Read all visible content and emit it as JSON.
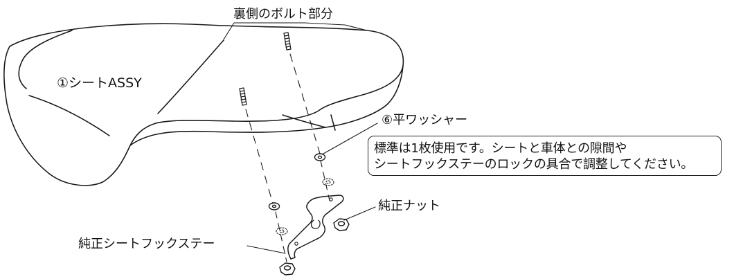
{
  "labels": {
    "bolt_part": "裏側のボルト部分",
    "seat_assy": "①シートASSY",
    "flat_washer": "⑥平ワッシャー",
    "genuine_nut": "純正ナット",
    "genuine_hook_stay": "純正シートフックステー"
  },
  "note": {
    "line1": "標準は1枚使用です。シートと車体との隙間や",
    "line2": "シートフックステーのロックの具合で調整してください。"
  },
  "colors": {
    "line": "#1a1a1a",
    "background": "#ffffff"
  }
}
